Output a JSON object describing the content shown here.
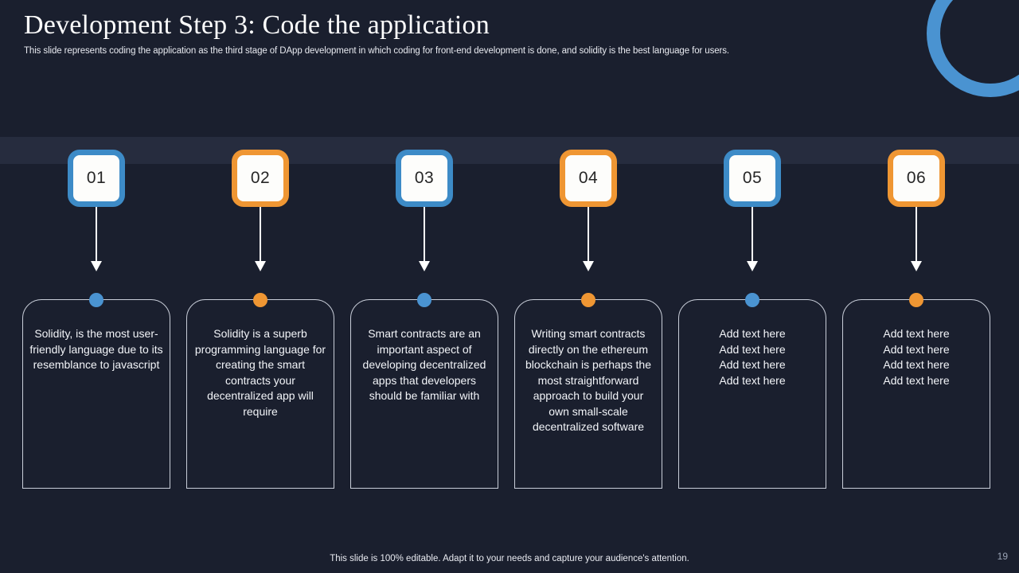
{
  "slide": {
    "title": "Development Step 3: Code the application",
    "subtitle": "This slide represents coding the application as the third stage of DApp development in which coding for front-end development is done, and solidity is the best language for users.",
    "footer_note": "This slide is 100% editable. Adapt it to your needs and capture your audience's attention.",
    "page_number": "19"
  },
  "colors": {
    "background": "#1a1f2e",
    "band": "#262c3e",
    "blue": "#3d8bc7",
    "blue_dot": "#4a93d1",
    "orange": "#ef9633",
    "card_border": "#c9ced9",
    "text": "#f2f4f8",
    "number_text": "#262626"
  },
  "steps": [
    {
      "number": "01",
      "accent": "blue",
      "text": "Solidity, is the most user-friendly  language due to its resemblance to javascript"
    },
    {
      "number": "02",
      "accent": "orange",
      "text": "Solidity is a superb programming language for creating the smart contracts your decentralized app will require"
    },
    {
      "number": "03",
      "accent": "blue",
      "text": "Smart contracts are an important aspect of developing decentralized apps that developers should be familiar with"
    },
    {
      "number": "04",
      "accent": "orange",
      "text": "Writing smart contracts directly on the ethereum blockchain is perhaps the most straightforward approach to build your own small-scale decentralized software"
    },
    {
      "number": "05",
      "accent": "blue",
      "text": "Add text here\nAdd text here\nAdd text here\nAdd text here"
    },
    {
      "number": "06",
      "accent": "orange",
      "text": "Add text here\nAdd text here\nAdd text here\nAdd text here"
    }
  ]
}
